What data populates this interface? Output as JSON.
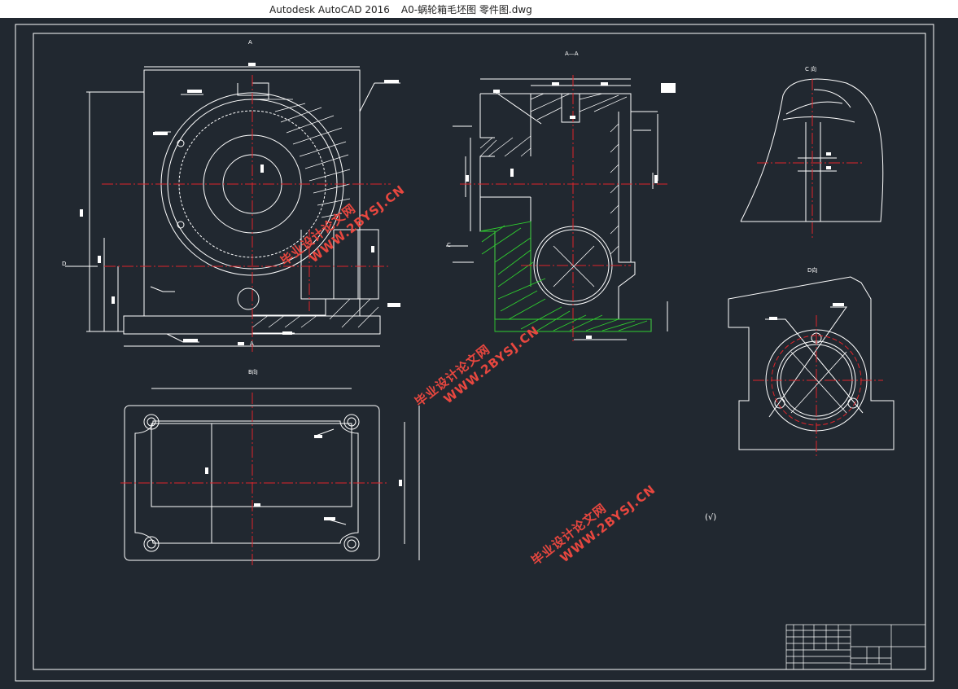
{
  "window": {
    "app_title": "Autodesk AutoCAD 2016",
    "document_title": "A0-蜗轮箱毛坯图  零件图.dwg"
  },
  "drawing": {
    "colors": {
      "background": "#212830",
      "line": "#ffffff",
      "center_line": "#e0242a",
      "section_fill": "#2fd02f",
      "watermark": "#e8473f"
    },
    "watermarks": [
      {
        "line1": "毕业设计论文网",
        "line2": "WWW.2BYSJ.CN"
      },
      {
        "line1": "毕业设计论文网",
        "line2": "WWW.2BYSJ.CN"
      },
      {
        "line1": "毕业设计论文网",
        "line2": "WWW.2BYSJ.CN"
      }
    ],
    "view_labels": {
      "section_aa": "A—A",
      "view_c": "C 向",
      "view_d": "D向",
      "view_b": "B向",
      "mark_a_top": "A",
      "mark_a_bottom": "A",
      "mark_d": "D",
      "mark_c": "C"
    },
    "surface_symbol_note": "(√)"
  }
}
